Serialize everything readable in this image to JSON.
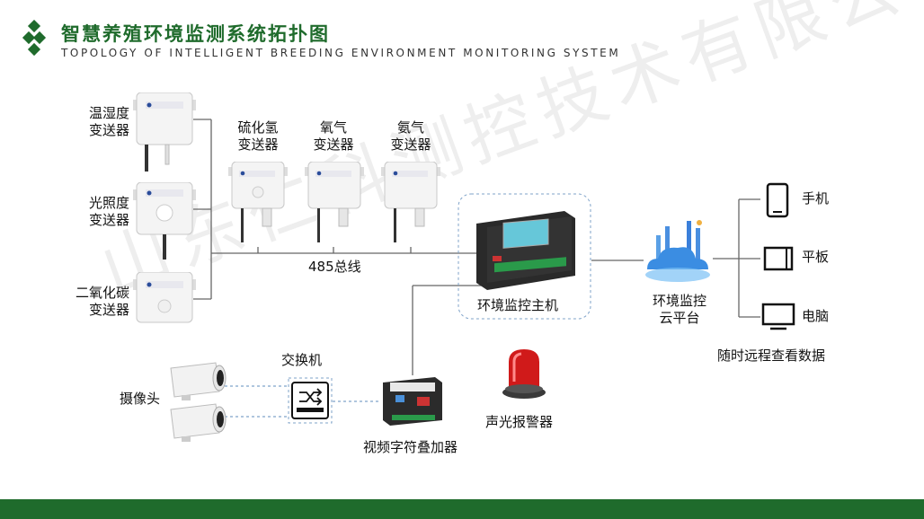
{
  "header": {
    "title_cn": "智慧养殖环境监测系统拓扑图",
    "title_en": "TOPOLOGY OF INTELLIGENT BREEDING ENVIRONMENT MONITORING SYSTEM"
  },
  "watermark": "山东仁科测控技术有限公司",
  "sensors": {
    "temp_humidity": [
      "温湿度",
      "变送器"
    ],
    "light": [
      "光照度",
      "变送器"
    ],
    "co2": [
      "二氧化碳",
      "变送器"
    ],
    "h2s": [
      "硫化氢",
      "变送器"
    ],
    "oxygen": [
      "氧气",
      "变送器"
    ],
    "ammonia": [
      "氨气",
      "变送器"
    ]
  },
  "bus_label": "485总线",
  "host_label": "环境监控主机",
  "cloud_label": [
    "环境监控",
    "云平台"
  ],
  "clients": {
    "phone": "手机",
    "tablet": "平板",
    "pc": "电脑",
    "caption": "随时远程查看数据"
  },
  "camera_label": "摄像头",
  "switch_label": "交换机",
  "overlay_label": "视频字符叠加器",
  "alarm_label": "声光报警器",
  "colors": {
    "brand_green": "#1f6b2c",
    "line_gray": "#666666",
    "dashed_blue": "#7fa3c9"
  }
}
